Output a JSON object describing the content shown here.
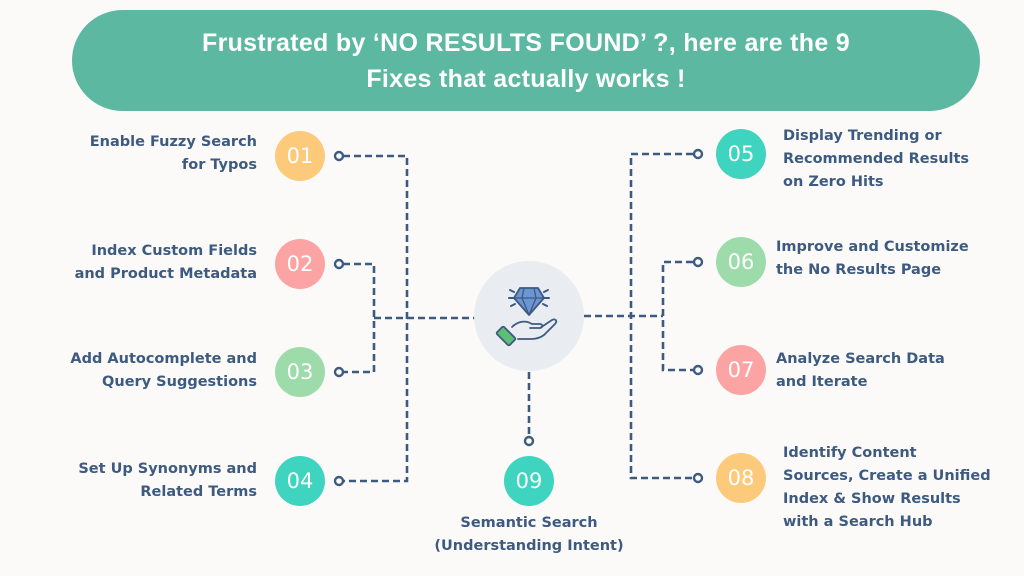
{
  "title": {
    "line1": "Frustrated by ‘NO RESULTS FOUND’ ?, here are the 9",
    "line2": "Fixes that actually works !"
  },
  "colors": {
    "title_bg": "#5cb8a0",
    "text": "#3d5a80",
    "connector": "#3d5a80",
    "center_bg": "#e9edf1",
    "yellow": "#fdc97a",
    "pink": "#fca4a4",
    "green": "#9ddcaa",
    "teal": "#3fd4c0"
  },
  "center_icon": "diamond-in-hand-icon",
  "fixes": [
    {
      "number": "01",
      "lines": [
        "Enable Fuzzy Search",
        "for Typos"
      ],
      "color": "yellow",
      "side": "left"
    },
    {
      "number": "02",
      "lines": [
        "Index Custom Fields",
        "and Product Metadata"
      ],
      "color": "pink",
      "side": "left"
    },
    {
      "number": "03",
      "lines": [
        "Add Autocomplete and",
        "Query Suggestions"
      ],
      "color": "green",
      "side": "left"
    },
    {
      "number": "04",
      "lines": [
        "Set Up Synonyms and",
        "Related Terms"
      ],
      "color": "teal",
      "side": "left"
    },
    {
      "number": "05",
      "lines": [
        "Display Trending or",
        "Recommended Results",
        "on Zero Hits"
      ],
      "color": "teal",
      "side": "right"
    },
    {
      "number": "06",
      "lines": [
        "Improve and Customize",
        "the No Results Page"
      ],
      "color": "green",
      "side": "right"
    },
    {
      "number": "07",
      "lines": [
        "Analyze Search Data",
        "and Iterate"
      ],
      "color": "pink",
      "side": "right"
    },
    {
      "number": "08",
      "lines": [
        "Identify Content",
        "Sources, Create a Unified",
        "Index & Show Results",
        "with a Search Hub"
      ],
      "color": "yellow",
      "side": "right"
    },
    {
      "number": "09",
      "lines": [
        "Semantic Search",
        "(Understanding Intent)"
      ],
      "color": "teal",
      "side": "bottom"
    }
  ]
}
